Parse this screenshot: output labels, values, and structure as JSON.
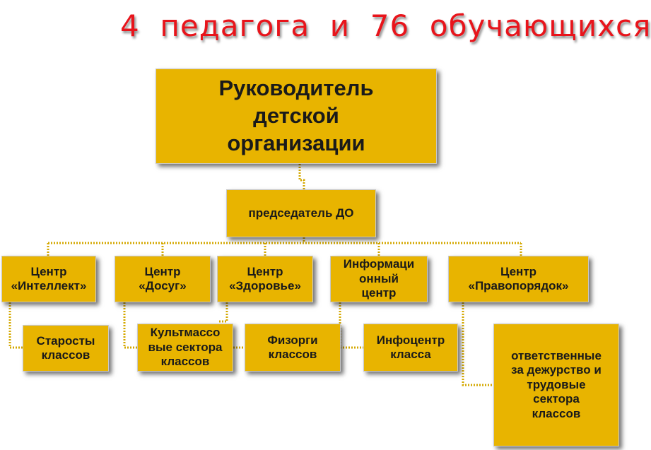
{
  "title": "4  педагога  и  76  обучающихся",
  "head": "Руководитель\nдетской\nорганизации",
  "chairman": "председатель ДО",
  "centers": [
    "Центр\n«Интеллект»",
    "Центр\n«Досуг»",
    "Центр\n«Здоровье»",
    "Информаци\nонный\nцентр",
    "Центр\n«Правопорядок»"
  ],
  "subunits": [
    "Старосты\nклассов",
    "Культмассо\nвые сектора\nклассов",
    "Физорги\nклассов",
    "Инфоцентр\nкласса",
    "ответственные\nза дежурство и\nтрудовые\nсектора\nклассов"
  ],
  "colors": {
    "box_fill": "#e8b400",
    "connector": "#d4a800",
    "title": "#e8141b"
  }
}
